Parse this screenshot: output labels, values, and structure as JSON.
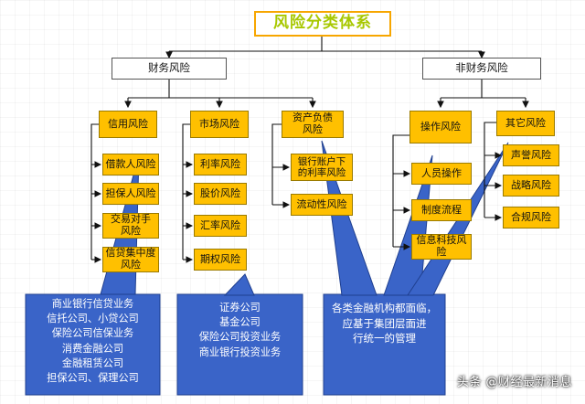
{
  "title": "风险分类体系",
  "branches": {
    "financial": "财务风险",
    "non_financial": "非财务风险"
  },
  "categories": {
    "credit": "信用风险",
    "market": "市场风险",
    "alm": "资产负债风险",
    "operational": "操作风险",
    "other": "其它风险"
  },
  "credit_items": [
    "借款人风险",
    "担保人风险",
    "交易对手风险",
    "信贷集中度风险"
  ],
  "market_items": [
    "利率风险",
    "股价风险",
    "汇率风险",
    "期权风险"
  ],
  "alm_items": [
    "银行账户下的利率风险",
    "流动性风险"
  ],
  "operational_items": [
    "人员操作",
    "制度流程",
    "信息科技风险"
  ],
  "other_items": [
    "声誉风险",
    "战略风险",
    "合规风险"
  ],
  "callouts": {
    "credit_institutions": [
      "商业银行信贷业务",
      "信托公司、小贷公司",
      "保险公司信保业务",
      "消费金融公司",
      "金融租赁公司",
      "担保公司、保理公司"
    ],
    "market_institutions": [
      "证券公司",
      "基金公司",
      "保险公司投资业务",
      "商业银行投资业务"
    ],
    "group_note": [
      "各类金融机构都面临，",
      "应基于集团层面进",
      "行统一的管理"
    ]
  },
  "watermark": "头条 @财经最新消息",
  "colors": {
    "yellow": "#ffc000",
    "callout_blue": "#3a64c8",
    "title_green": "#a8c800",
    "title_border": "#f7a600"
  }
}
